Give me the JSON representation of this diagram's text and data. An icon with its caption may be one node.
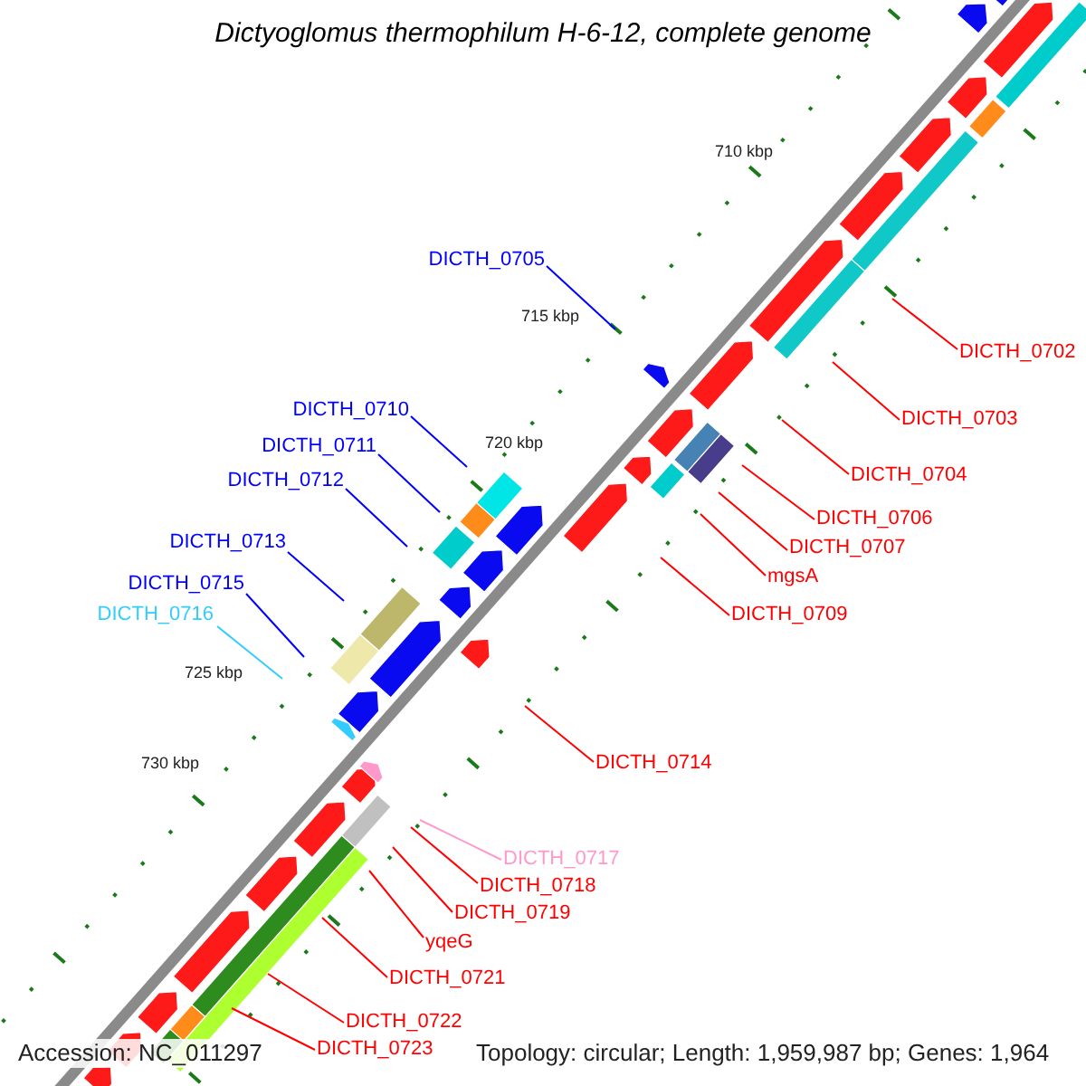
{
  "diagram": {
    "title": "Dictyoglomus thermophilum H-6-12, complete genome",
    "nodes": [
      {
        "text": [
          "DICTH_0705"
        ]
      },
      {
        "text": [
          "DICTH_0702"
        ]
      },
      {
        "text": [
          "DICTH_0703"
        ]
      },
      {
        "text": [
          "DICTH_0710"
        ]
      },
      {
        "text": [
          "DICTH_0704"
        ]
      },
      {
        "text": [
          "DICTH_0711"
        ]
      },
      {
        "text": [
          "DICTH_0712"
        ]
      },
      {
        "text": [
          "DICTH_0706"
        ]
      },
      {
        "text": [
          "DICTH_0707"
        ]
      },
      {
        "text": [
          "DICTH_0713"
        ]
      },
      {
        "text": [
          "mgsA"
        ]
      },
      {
        "text": [
          "DICTH_0715"
        ]
      },
      {
        "text": [
          "DICTH_0709"
        ]
      },
      {
        "text": [
          "DICTH_0716"
        ]
      },
      {
        "text": [
          "DICTH_0714"
        ]
      },
      {
        "text": [
          "DICTH_0717"
        ]
      },
      {
        "text": [
          "DICTH_0718"
        ]
      },
      {
        "text": [
          "DICTH_0719"
        ]
      },
      {
        "text": [
          "yqeG"
        ]
      },
      {
        "text": [
          "DICTH_0721"
        ]
      },
      {
        "text": [
          "DICTH_0722"
        ]
      },
      {
        "text": [
          "DICTH_0723"
        ]
      }
    ],
    "edges": [
      {
        "from": 0,
        "to": null,
        "arrow": "none",
        "color": "#0000ff"
      },
      {
        "from": 1,
        "to": null,
        "arrow": "none"
      },
      {
        "from": 2,
        "to": null,
        "arrow": "none"
      },
      {
        "from": 3,
        "to": null,
        "arrow": "none",
        "color": "#0000ff"
      },
      {
        "from": 4,
        "to": null,
        "arrow": "none"
      },
      {
        "from": 5,
        "to": null,
        "arrow": "none",
        "color": "#0000ff"
      },
      {
        "from": 6,
        "to": null,
        "arrow": "none",
        "color": "#0000ff"
      },
      {
        "from": 7,
        "to": null,
        "arrow": "none"
      },
      {
        "from": 8,
        "to": null,
        "arrow": "none"
      },
      {
        "from": 9,
        "to": null,
        "arrow": "none",
        "color": "#0000ff"
      },
      {
        "from": 10,
        "to": null,
        "arrow": "none"
      },
      {
        "from": 11,
        "to": null,
        "arrow": "none",
        "color": "#0000ff"
      },
      {
        "from": 12,
        "to": null,
        "arrow": "none"
      },
      {
        "from": 13,
        "to": null,
        "arrow": "none",
        "color": "#33ccff"
      },
      {
        "from": 14,
        "to": null,
        "arrow": "none"
      },
      {
        "from": 15,
        "to": null,
        "arrow": "none",
        "color": "#ff99cc"
      },
      {
        "from": 16,
        "to": null,
        "arrow": "none"
      },
      {
        "from": 17,
        "to": null,
        "arrow": "none"
      },
      {
        "from": 18,
        "to": null,
        "arrow": "none"
      },
      {
        "from": 19,
        "to": null,
        "arrow": "none"
      },
      {
        "from": 20,
        "to": null,
        "arrow": "none"
      },
      {
        "from": 21,
        "to": null,
        "arrow": "none"
      }
    ],
    "labels": [
      "710 kbp",
      "715 kbp",
      "720 kbp",
      "725 kbp",
      "730 kbp",
      "Accession: NC_011297",
      "Topology: circular; Length: 1,959,987 bp; Genes: 1,964"
    ]
  }
}
